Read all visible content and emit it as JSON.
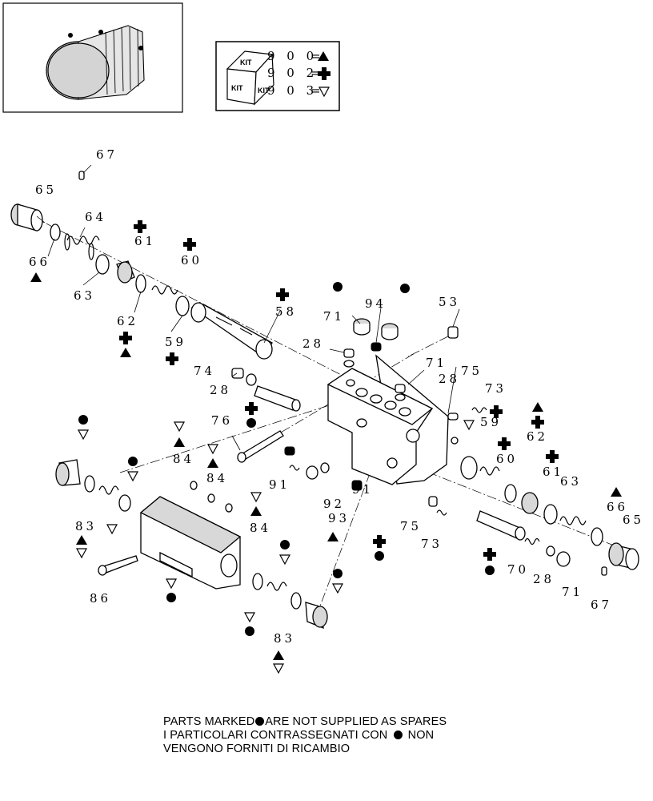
{
  "kit_legend": {
    "cube_label": "KIT",
    "lines": [
      {
        "code": "9 0 0",
        "symbol": "triangle-filled"
      },
      {
        "code": "9 0 2",
        "symbol": "cross"
      },
      {
        "code": "9 0 3",
        "symbol": "triangle-outline"
      }
    ],
    "equals": "="
  },
  "callouts": [
    "67",
    "65",
    "64",
    "61",
    "60",
    "66",
    "63",
    "62",
    "59",
    "58",
    "71",
    "94",
    "53",
    "28",
    "74",
    "28",
    "71",
    "28",
    "75",
    "73",
    "76",
    "59",
    "62",
    "60",
    "61",
    "63",
    "66",
    "65",
    "84",
    "84",
    "84",
    "91",
    "93",
    "92",
    "91",
    "75",
    "73",
    "70",
    "28",
    "71",
    "67",
    "83",
    "83",
    "86"
  ],
  "footnote": {
    "line1": "PARTS MARKED",
    "line1_tail": "ARE NOT SUPPLIED AS SPARES",
    "line2": "I  PARTICOLARI  CONTRASSEGNATI  CON",
    "line2_tail": "NON",
    "line3": "VENGONO FORNITI DI RICAMBIO"
  },
  "symbols": {
    "dot": "not-supplied-dot",
    "triangle_filled": "kit-900",
    "cross": "kit-902",
    "triangle_outline": "kit-903"
  }
}
